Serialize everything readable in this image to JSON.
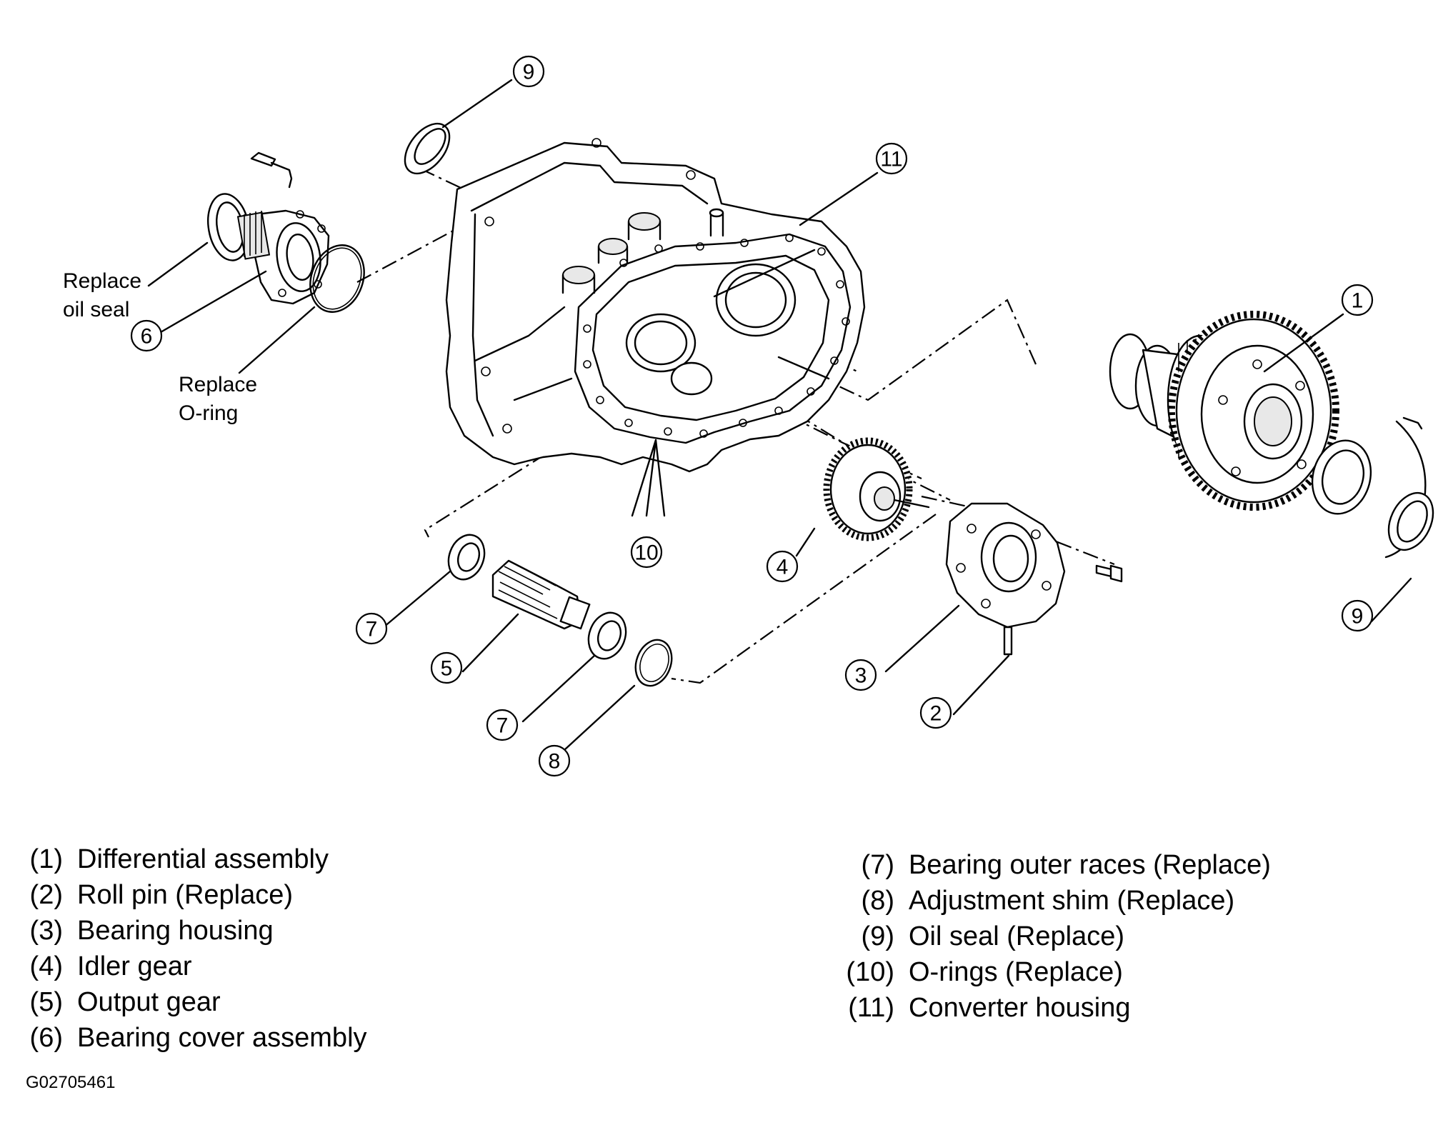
{
  "callouts": {
    "c1": "1",
    "c2": "2",
    "c3": "3",
    "c4": "4",
    "c5": "5",
    "c6": "6",
    "c7a": "7",
    "c7b": "7",
    "c8": "8",
    "c9a": "9",
    "c9b": "9",
    "c10": "10",
    "c11": "11"
  },
  "part_notes": {
    "replace_oil_seal_line1": "Replace",
    "replace_oil_seal_line2": "oil seal",
    "replace_oring_line1": "Replace",
    "replace_oring_line2": "O-ring"
  },
  "legend": {
    "left": [
      {
        "num": "(1)",
        "label": "Differential assembly"
      },
      {
        "num": "(2)",
        "label": "Roll pin (Replace)"
      },
      {
        "num": "(3)",
        "label": "Bearing housing"
      },
      {
        "num": "(4)",
        "label": "Idler gear"
      },
      {
        "num": "(5)",
        "label": "Output gear"
      },
      {
        "num": "(6)",
        "label": "Bearing cover assembly"
      }
    ],
    "right": [
      {
        "num": "(7)",
        "label": "Bearing outer races (Replace)"
      },
      {
        "num": "(8)",
        "label": "Adjustment shim (Replace)"
      },
      {
        "num": "(9)",
        "label": "Oil seal (Replace)"
      },
      {
        "num": "(10)",
        "label": "O-rings (Replace)"
      },
      {
        "num": "(11)",
        "label": "Converter housing"
      }
    ]
  },
  "figure_code": "G02705461"
}
